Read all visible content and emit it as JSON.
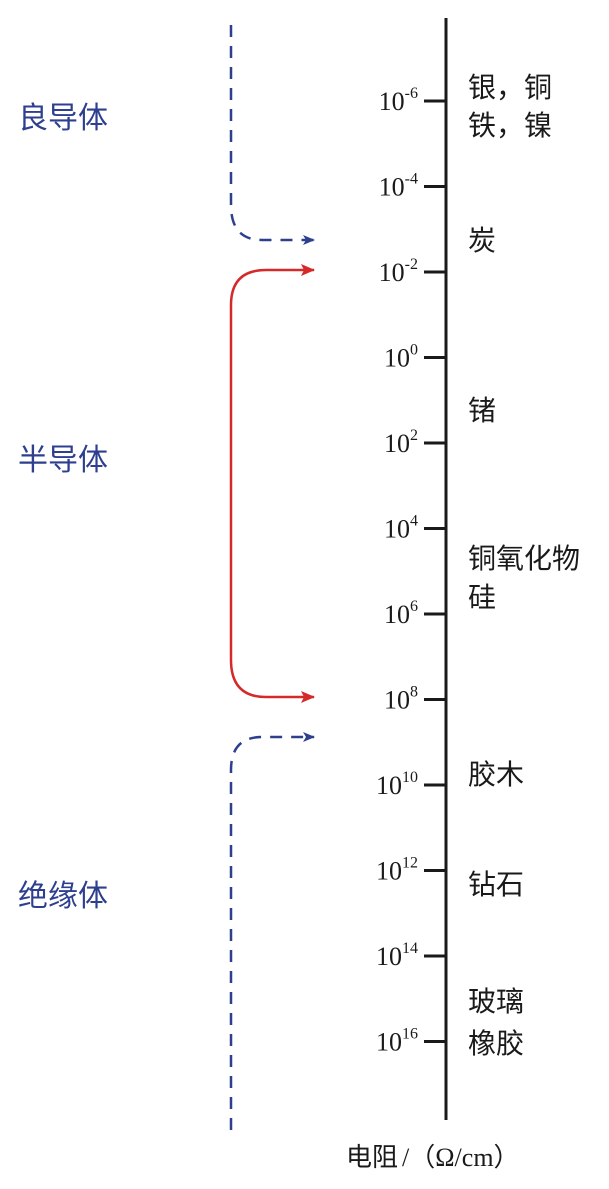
{
  "categories": {
    "conductor": "良导体",
    "semiconductor": "半导体",
    "insulator": "绝缘体"
  },
  "axis": {
    "base": "10",
    "label": "电阻",
    "unit": "/（Ω/cm）",
    "ticks": [
      "-6",
      "-4",
      "-2",
      "0",
      "2",
      "4",
      "6",
      "8",
      "10",
      "12",
      "14",
      "16"
    ]
  },
  "materials": {
    "silver_copper": "银，铜",
    "iron_nickel": "铁，镍",
    "carbon": "炭",
    "germanium": "锗",
    "copper_oxide": "铜氧化物",
    "silicon": "硅",
    "bakelite": "胶木",
    "diamond": "钻石",
    "glass": "玻璃",
    "rubber": "橡胶"
  },
  "colors": {
    "category": "#2e3f8f",
    "dashed_arrow": "#2e3f8f",
    "semiconductor_arrow": "#d42a2a",
    "axis": "#1a1a1a"
  }
}
